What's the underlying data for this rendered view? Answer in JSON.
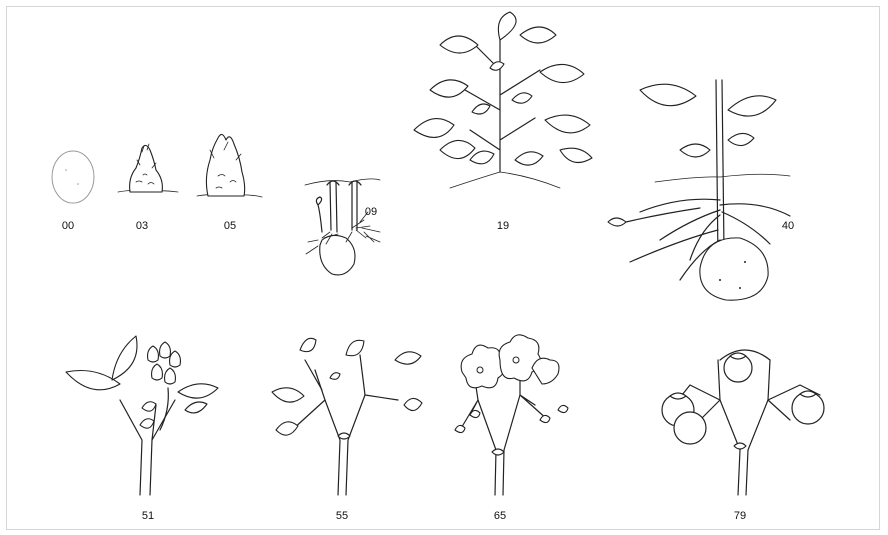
{
  "figure": {
    "stages": [
      {
        "code": "00",
        "label": "00"
      },
      {
        "code": "03",
        "label": "03"
      },
      {
        "code": "05",
        "label": "05"
      },
      {
        "code": "09",
        "label": "09"
      },
      {
        "code": "19",
        "label": "19"
      },
      {
        "code": "40",
        "label": "40"
      },
      {
        "code": "51",
        "label": "51"
      },
      {
        "code": "55",
        "label": "55"
      },
      {
        "code": "65",
        "label": "65"
      },
      {
        "code": "79",
        "label": "79"
      }
    ],
    "colors": {
      "ink": "#222222",
      "frame": "#d6d6d6",
      "background": "#ffffff"
    }
  }
}
